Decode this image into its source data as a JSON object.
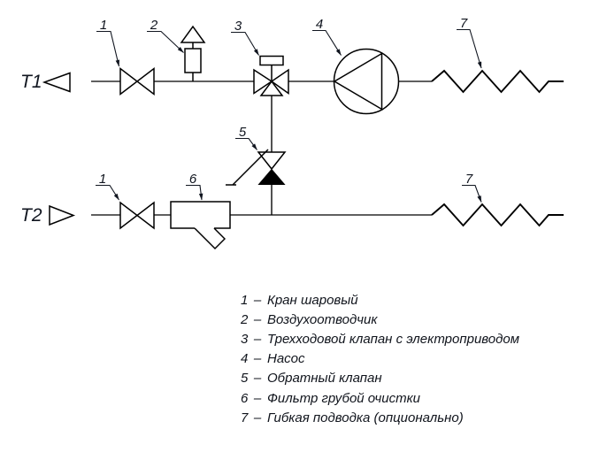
{
  "labels": {
    "t1": "T1",
    "t2": "T2"
  },
  "callouts": [
    {
      "num": "1",
      "target": "ball-valve-top"
    },
    {
      "num": "2",
      "target": "air-vent"
    },
    {
      "num": "3",
      "target": "three-way-valve"
    },
    {
      "num": "4",
      "target": "pump"
    },
    {
      "num": "7",
      "target": "flexible-connection-top"
    },
    {
      "num": "5",
      "target": "check-valve"
    },
    {
      "num": "1",
      "target": "ball-valve-bottom"
    },
    {
      "num": "6",
      "target": "strainer"
    },
    {
      "num": "7",
      "target": "flexible-connection-bottom"
    }
  ],
  "legend": {
    "separator": "–",
    "items": [
      {
        "ref": "1",
        "name": "Кран шаровый"
      },
      {
        "ref": "2",
        "name": "Воздухоотводчик"
      },
      {
        "ref": "3",
        "name": "Трехходовой клапан с электроприводом"
      },
      {
        "ref": "4",
        "name": "Насос"
      },
      {
        "ref": "5",
        "name": "Обратный клапан"
      },
      {
        "ref": "6",
        "name": "Фильтр грубой очистки"
      },
      {
        "ref": "7",
        "name": "Гибкая подводка (опционально)"
      }
    ]
  },
  "colors": {
    "line": "#000000",
    "label": "#10151f"
  }
}
